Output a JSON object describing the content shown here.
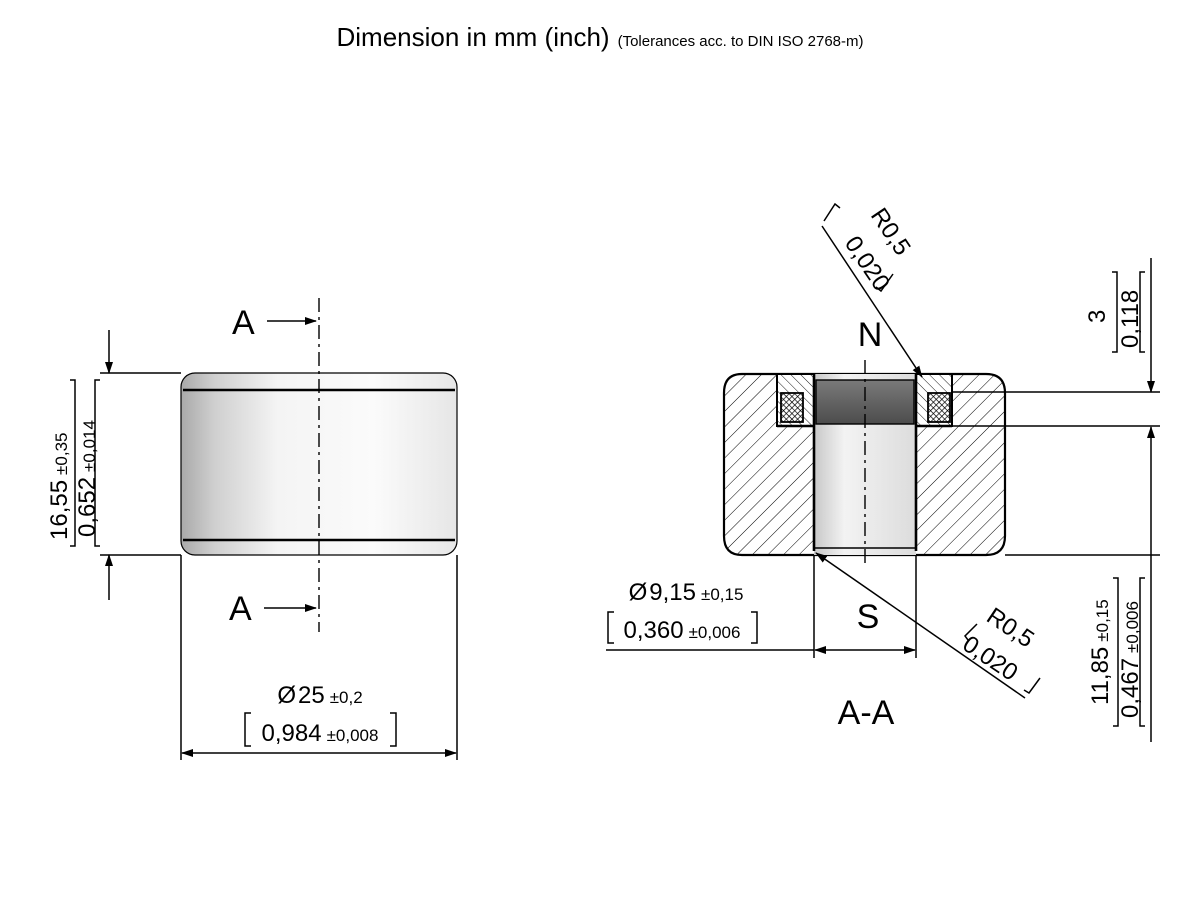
{
  "title": {
    "main": "Dimension in mm (inch)",
    "sub": "(Tolerances acc. to DIN ISO 2768-m)"
  },
  "side_view": {
    "section_mark": "A",
    "height_mm": "16,55",
    "height_mm_tol": "±0,35",
    "height_in": "0,652",
    "height_in_tol": "±0,014",
    "diameter_symbol": "Ø",
    "diameter_mm": "25",
    "diameter_mm_tol": "±0,2",
    "diameter_in": "0,984",
    "diameter_in_tol": "±0,008"
  },
  "section_view": {
    "name": "A-A",
    "pole_north": "N",
    "pole_south": "S",
    "radius_top": "R0,5",
    "radius_top_in": "0,020",
    "radius_bottom": "R0,5",
    "radius_bottom_in": "0,020",
    "depth_mm": "3",
    "depth_in": "0,118",
    "height_mm": "11,85",
    "height_mm_tol": "±0,15",
    "height_in": "0,467",
    "height_in_tol": "±0,006",
    "bore_symbol": "Ø",
    "bore_mm": "9,15",
    "bore_mm_tol": "±0,15",
    "bore_in": "0,360",
    "bore_in_tol": "±0,006"
  },
  "colors": {
    "line": "#000000",
    "background": "#ffffff"
  }
}
